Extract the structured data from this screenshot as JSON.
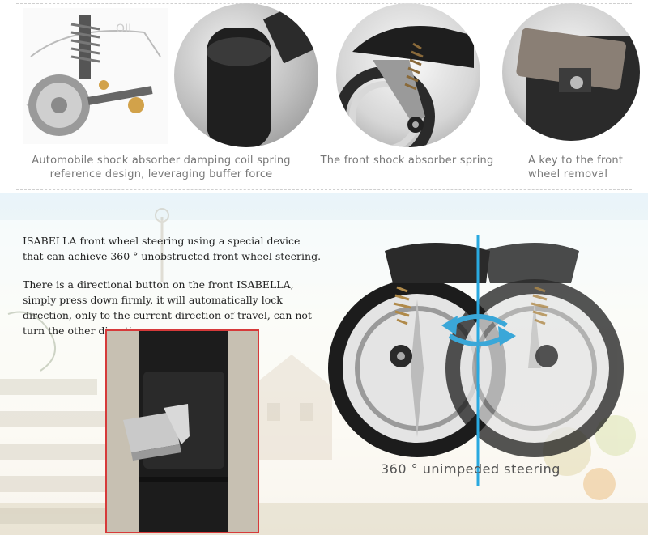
{
  "top_captions": {
    "shock_absorber": "Automobile shock absorber damping coil spring reference design, leveraging buffer force",
    "front_spring": "The front shock absorber spring",
    "key_removal": "A key to the front wheel removal"
  },
  "steering": {
    "paragraph_1": "ISABELLA front wheel steering using a special device that can achieve 360 ° unobstructed front-wheel steering.",
    "paragraph_2": "There is a directional button on the front ISABELLA, simply press down firmly, it will automatically lock direction, only to the current direction of travel, can not turn the other direction.",
    "caption": "360 ° unimpeded steering"
  },
  "colors": {
    "inset_border": "#d63a3a",
    "pivot_line": "#29a9e0",
    "arrow": "#3aa7d8"
  }
}
